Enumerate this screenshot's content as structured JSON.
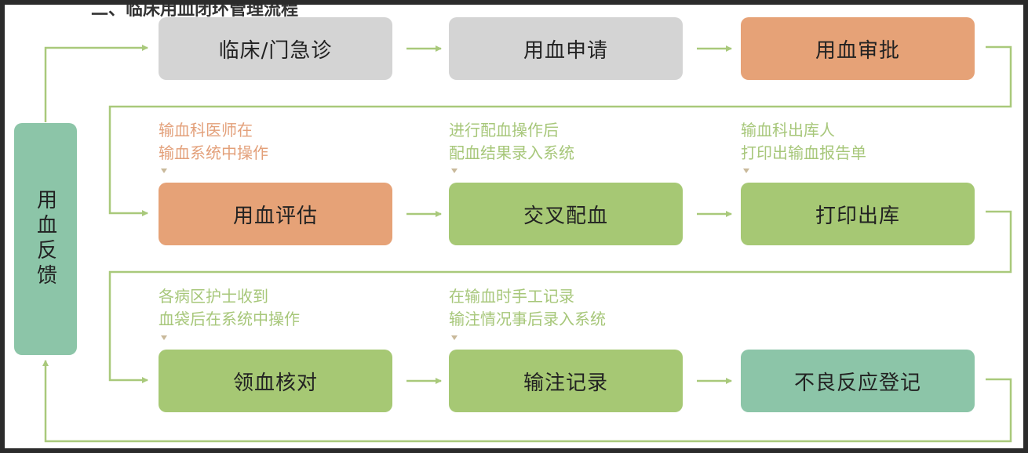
{
  "header_fragment": "二、临床用血闭环管理流程",
  "feedback": {
    "label": "用血反馈"
  },
  "steps": [
    {
      "label": "临床/门急诊"
    },
    {
      "label": "用血申请"
    },
    {
      "label": "用血审批"
    },
    {
      "label": "用血评估",
      "note": [
        "输血科医师在",
        "输血系统中操作"
      ]
    },
    {
      "label": "交叉配血",
      "note": [
        "进行配血操作后",
        "配血结果录入系统"
      ]
    },
    {
      "label": "打印出库",
      "note": [
        "输血科出库人",
        "打印出输血报告单"
      ]
    },
    {
      "label": "领血核对",
      "note": [
        "各病区护士收到",
        "血袋后在系统中操作"
      ]
    },
    {
      "label": "输注记录",
      "note": [
        "在输血时手工记录",
        "输注情况事后录入系统"
      ]
    },
    {
      "label": "不良反应登记"
    }
  ],
  "colors": {
    "gray": "#d4d4d4",
    "orange": "#e6a277",
    "green": "#a6c874",
    "teal": "#8cc5a8",
    "line": "#a9c97b",
    "note_orange": "#e3a07a",
    "note_green": "#a7c77a"
  }
}
